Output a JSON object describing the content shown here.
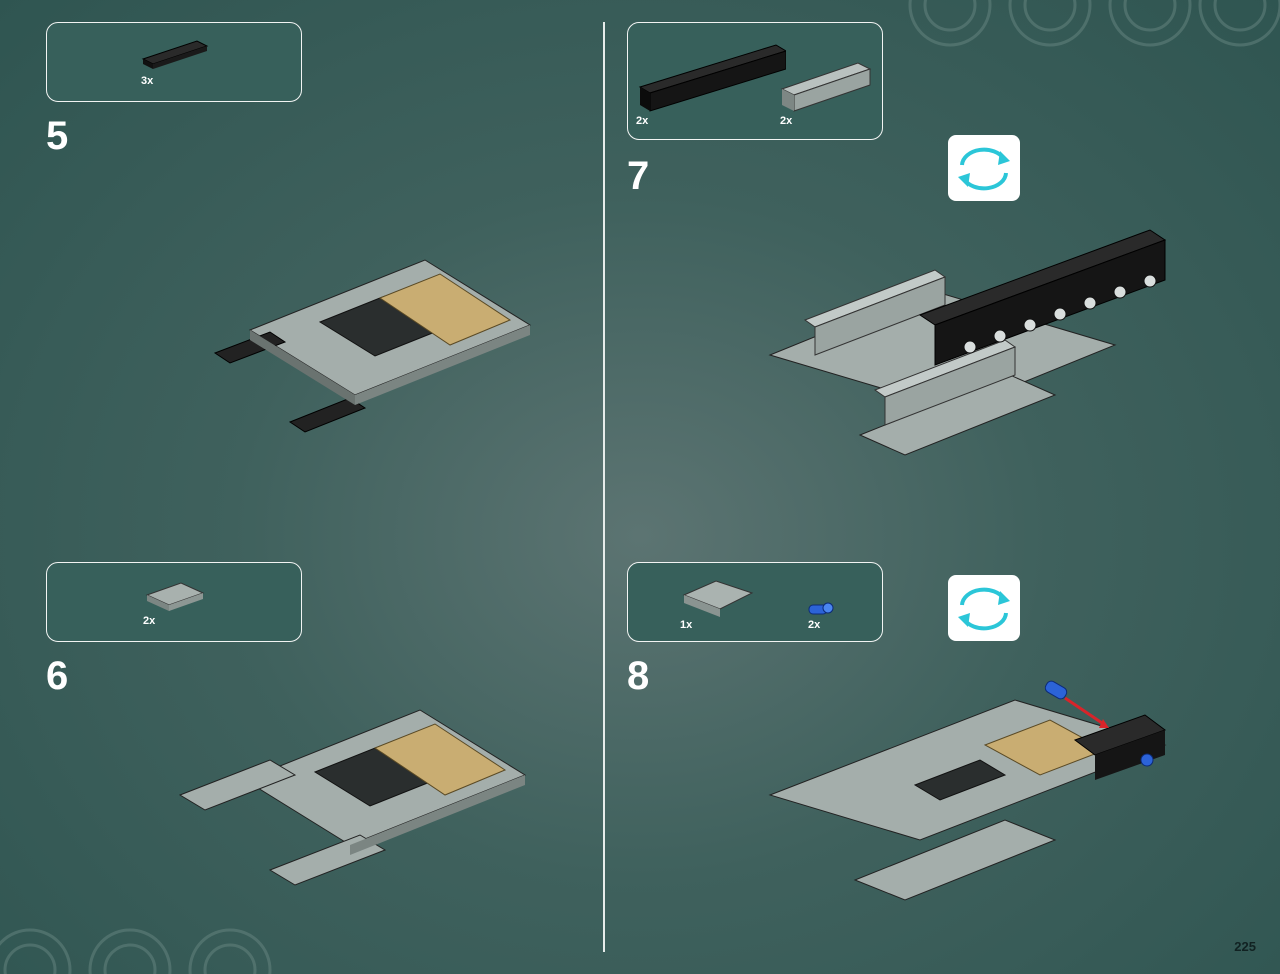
{
  "page_number": "225",
  "steps": [
    {
      "number": "5",
      "parts": [
        {
          "count": "3x",
          "part": "black plate 1x6"
        }
      ]
    },
    {
      "number": "6",
      "parts": [
        {
          "count": "2x",
          "part": "grey plate 2x3"
        }
      ]
    },
    {
      "number": "7",
      "parts": [
        {
          "count": "2x",
          "part": "black technic brick 1x10"
        },
        {
          "count": "2x",
          "part": "grey technic brick 1x6"
        }
      ],
      "rotate": true
    },
    {
      "number": "8",
      "parts": [
        {
          "count": "1x",
          "part": "grey curved slope"
        },
        {
          "count": "2x",
          "part": "blue technic pin"
        }
      ],
      "rotate": true
    }
  ],
  "colors": {
    "background": "#3f615d",
    "accent_arrow": "#2bc6d8",
    "tan": "#c9ad72",
    "grey": "#a8b1ae",
    "black": "#1a1a1a"
  }
}
